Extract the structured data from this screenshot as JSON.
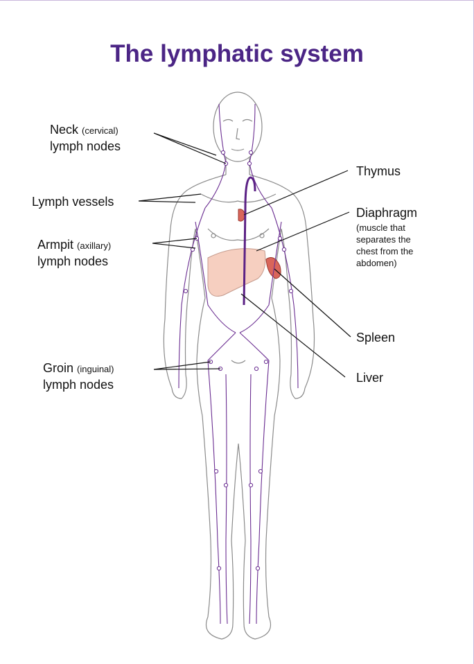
{
  "title": "The lymphatic system",
  "colors": {
    "title": "#4b2585",
    "lymph": "#6a2d91",
    "organ_fill": "#f6cfc0",
    "spleen": "#d9655a",
    "outline": "#8a8a8a"
  },
  "labels": {
    "neck": {
      "main": "Neck",
      "qualifier": "(cervical)",
      "line2": "lymph nodes"
    },
    "lymph_vessels": {
      "main": "Lymph vessels"
    },
    "armpit": {
      "main": "Armpit",
      "qualifier": "(axillary)",
      "line2": "lymph nodes"
    },
    "groin": {
      "main": "Groin",
      "qualifier": "(inguinal)",
      "line2": "lymph nodes"
    },
    "thymus": {
      "main": "Thymus"
    },
    "diaphragm": {
      "main": "Diaphragm",
      "note": [
        "(muscle that",
        "separates the",
        "chest from the",
        "abdomen)"
      ]
    },
    "spleen": {
      "main": "Spleen"
    },
    "liver": {
      "main": "Liver"
    }
  }
}
